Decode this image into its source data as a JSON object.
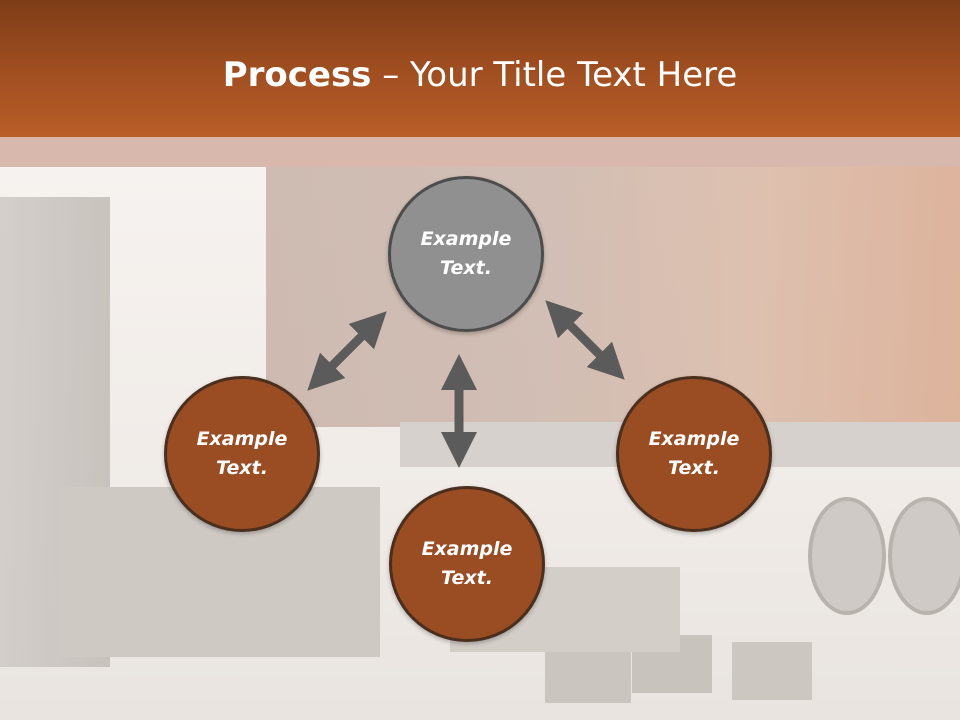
{
  "slide": {
    "title_bold": "Process",
    "title_rest": " – Your Title Text Here",
    "circles": {
      "top": "Example\nText.",
      "left": "Example\nText.",
      "right": "Example\nText.",
      "bottom": "Example\nText."
    }
  },
  "colors": {
    "header": "#a24f21",
    "circle_fill": "#9a4c22",
    "circle_top_fill": "#909090",
    "arrow": "#5b5b5b"
  },
  "icons": {
    "arrows": [
      "double-arrow-icon",
      "double-arrow-icon",
      "double-arrow-icon"
    ]
  }
}
